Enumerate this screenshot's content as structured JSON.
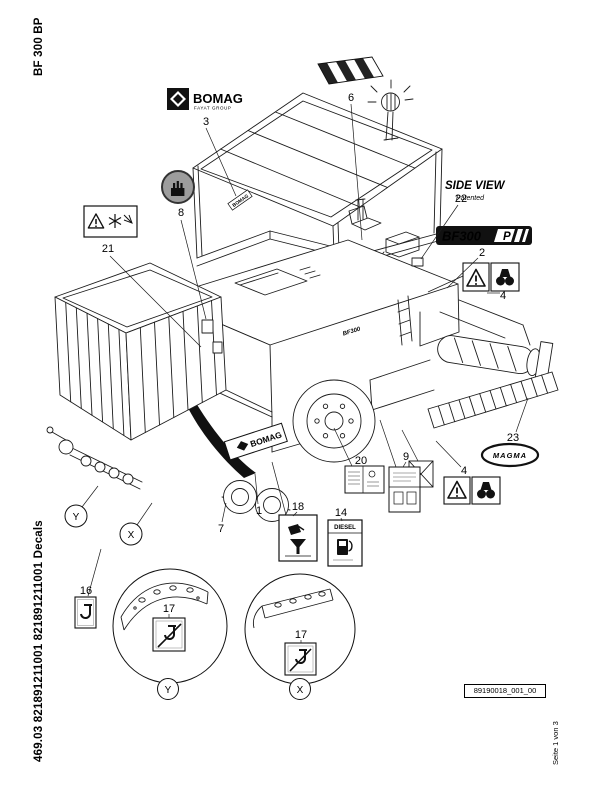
{
  "page": {
    "top_left_vertical": "BF 300 BP",
    "bottom_left_vertical": "469.03 821891211001 821891211001 Decals",
    "right_vertical": "Seite 1 von 3",
    "doc_ref": "89190018_001_00"
  },
  "drawing": {
    "brand": "BOMAG",
    "brand_sub": "FAYAT GROUP",
    "side_view_label": "SIDE VIEW",
    "patented_label": "Patented",
    "model_badge": "BF300",
    "model_badge_suffix": "P",
    "magma_label": "MAGMA",
    "diesel_label": "DIESEL",
    "view_y": "Y",
    "view_x": "X"
  },
  "callouts": {
    "c1": "1",
    "c2": "2",
    "c3": "3",
    "c4": "4",
    "c6": "6",
    "c7": "7",
    "c8": "8",
    "c9": "9",
    "c14": "14",
    "c16": "16",
    "c17": "17",
    "c18": "18",
    "c20": "20",
    "c21": "21",
    "c22": "22",
    "c23": "23"
  }
}
